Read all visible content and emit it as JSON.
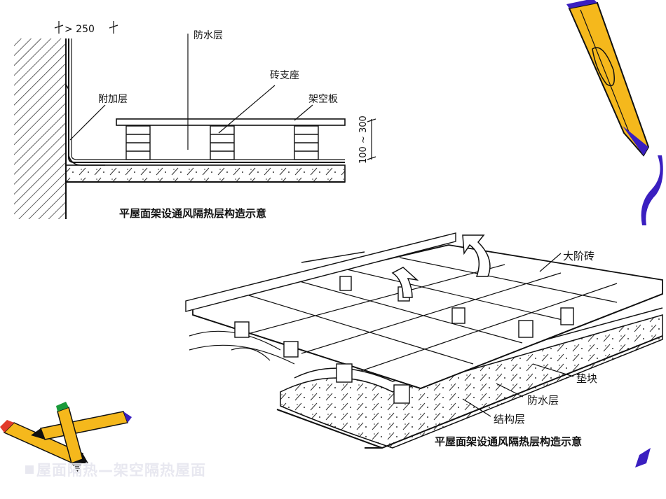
{
  "slide_title": "屋面隔热—架空隔热屋面",
  "top_diagram": {
    "dimension_top": "> 250",
    "label_waterproof": "防水层",
    "label_brick_support": "砖支座",
    "label_overhead_slab": "架空板",
    "label_additional": "附加层",
    "dimension_height": "100 ~ 300",
    "caption": "平屋面架设通风隔热层构造示意"
  },
  "bottom_diagram": {
    "label_large_tile": "大阶砖",
    "label_pad": "垫块",
    "label_waterproof": "防水层",
    "label_structure": "结构层",
    "caption": "平屋面架设通风隔热层构造示意"
  },
  "decorations": {
    "pencil_top_right": "pencil-icon",
    "crossed_pencils": "crossed-pencils-icon",
    "accent_color": "#3a1fc0",
    "pencil_color": "#f5b81c"
  }
}
